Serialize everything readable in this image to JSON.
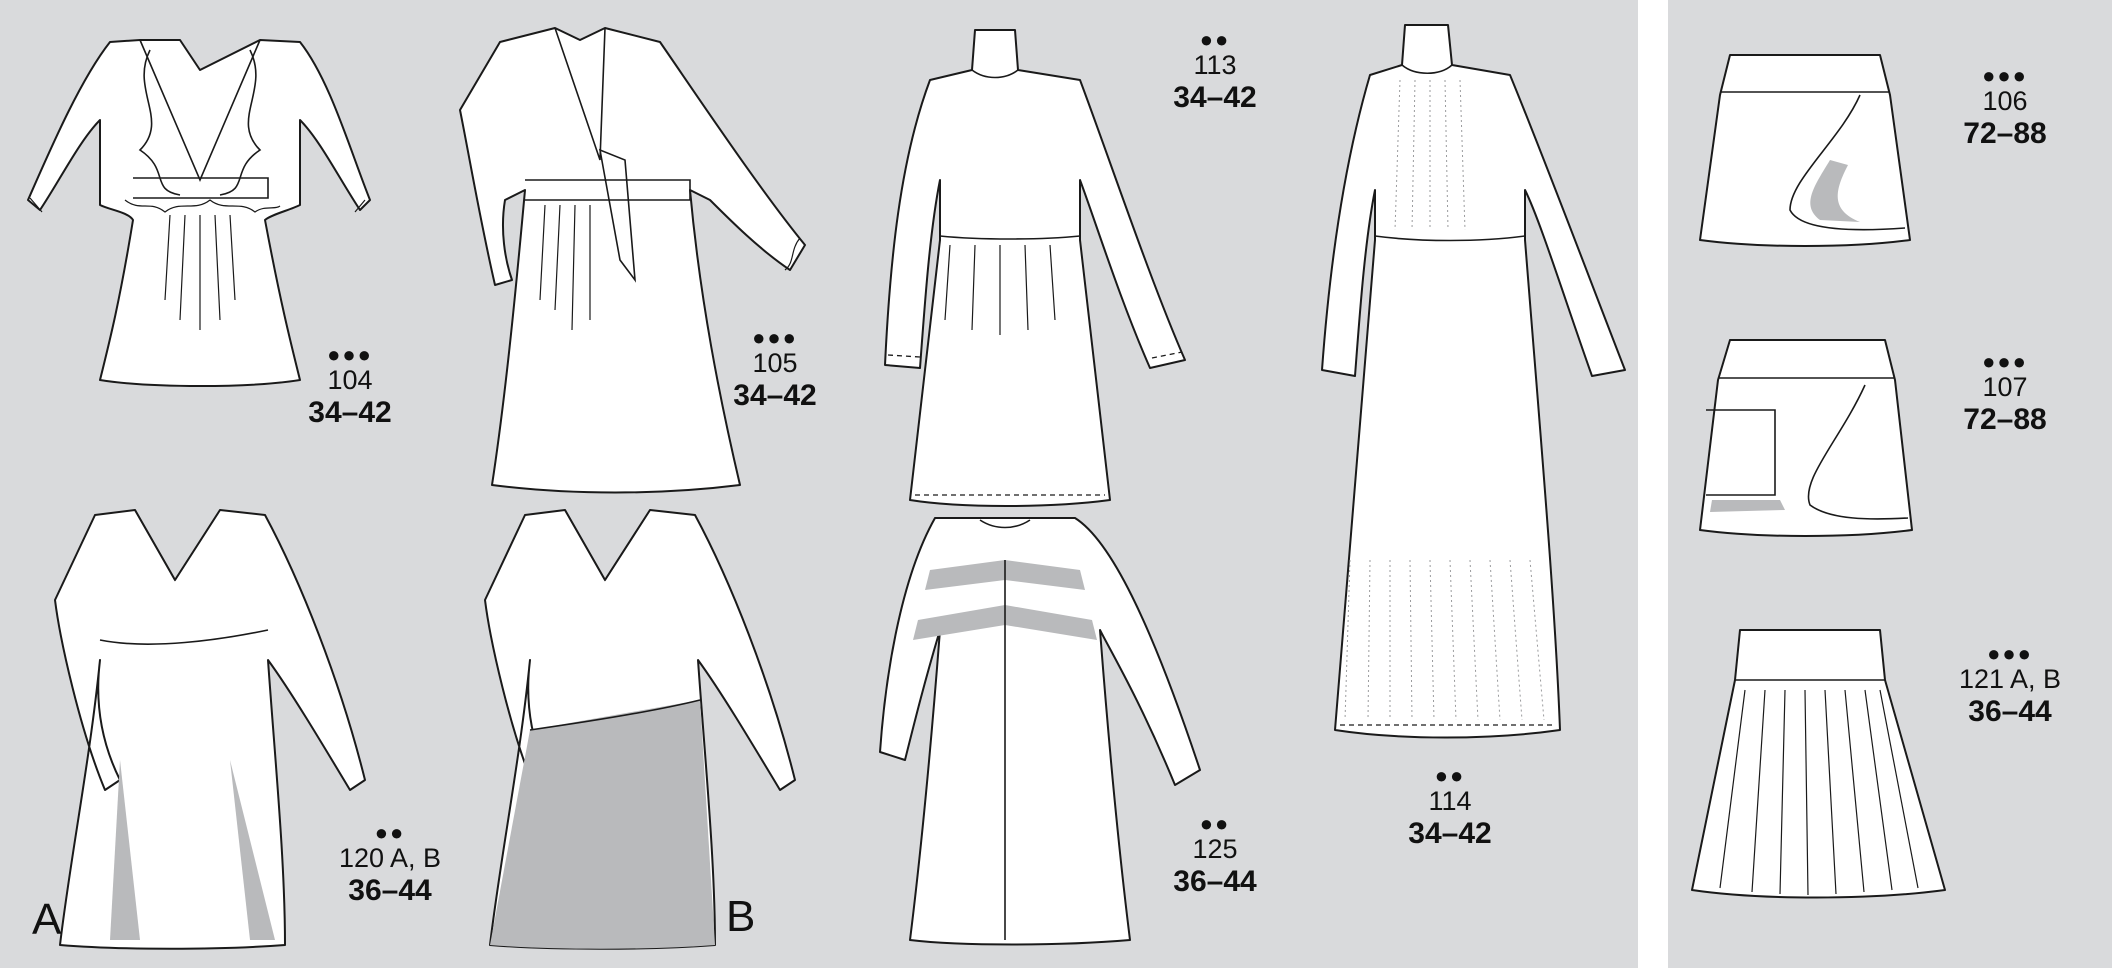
{
  "models": [
    {
      "id": "m104",
      "difficulty": "●●●",
      "number": "104",
      "sizes": "34–42"
    },
    {
      "id": "m105",
      "difficulty": "●●●",
      "number": "105",
      "sizes": "34–42"
    },
    {
      "id": "m113",
      "difficulty": "●●",
      "number": "113",
      "sizes": "34–42"
    },
    {
      "id": "m114",
      "difficulty": "●●",
      "number": "114",
      "sizes": "34–42"
    },
    {
      "id": "m120",
      "difficulty": "●●",
      "number": "120 A, B",
      "sizes": "36–44"
    },
    {
      "id": "m125",
      "difficulty": "●●",
      "number": "125",
      "sizes": "36–44"
    },
    {
      "id": "m106",
      "difficulty": "●●●",
      "number": "106",
      "sizes": "72–88"
    },
    {
      "id": "m107",
      "difficulty": "●●●",
      "number": "107",
      "sizes": "72–88"
    },
    {
      "id": "m121",
      "difficulty": "●●●",
      "number": "121 A, B",
      "sizes": "36–44"
    }
  ],
  "variants": {
    "a": "A",
    "b": "B"
  },
  "colors": {
    "background": "#d9dadc",
    "garment": "#ffffff",
    "outline": "#1a1a1a",
    "shade": "#b9babc"
  }
}
